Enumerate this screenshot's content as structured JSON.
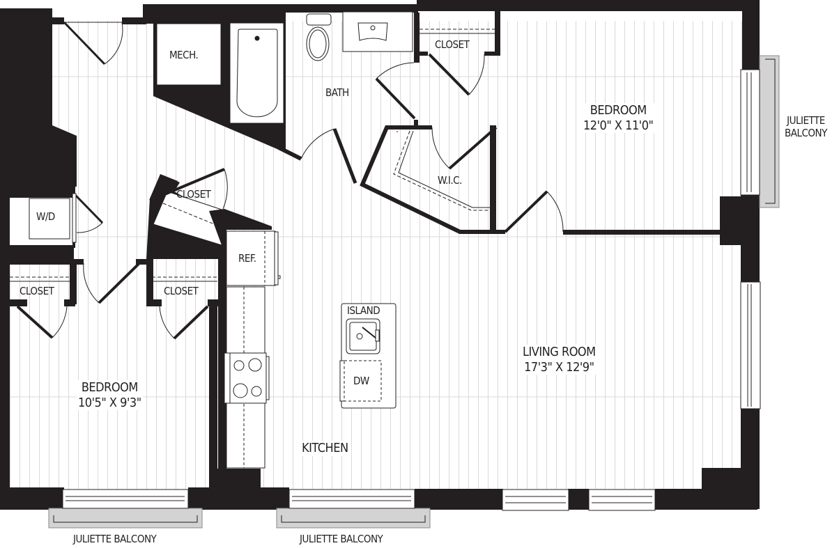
{
  "plan": {
    "colors": {
      "wall": "#231f20",
      "floor_line": "#d9d9d9",
      "balcony_fill": "#d3d3d3",
      "background": "#ffffff"
    },
    "rooms": {
      "bedroom_main": {
        "name": "BEDROOM",
        "size": "12'0\" X 11'0\""
      },
      "bedroom_second": {
        "name": "BEDROOM",
        "size": "10'5\" X 9'3\""
      },
      "living_room": {
        "name": "LIVING ROOM",
        "size": "17'3\" X 12'9\""
      },
      "kitchen": {
        "name": "KITCHEN"
      },
      "bath": {
        "name": "BATH"
      },
      "wic": {
        "name": "W.I.C."
      },
      "mech": {
        "name": "MECH."
      }
    },
    "fixtures": {
      "wd": "W/D",
      "ref": "REF.",
      "island": "ISLAND",
      "dw": "DW"
    },
    "closets": [
      "CLOSET",
      "CLOSET",
      "CLOSET",
      "CLOSET"
    ],
    "balconies": {
      "right": [
        "JULIETTE",
        "BALCONY"
      ],
      "bottom_left": "JULIETTE BALCONY",
      "bottom_middle": "JULIETTE BALCONY"
    }
  }
}
